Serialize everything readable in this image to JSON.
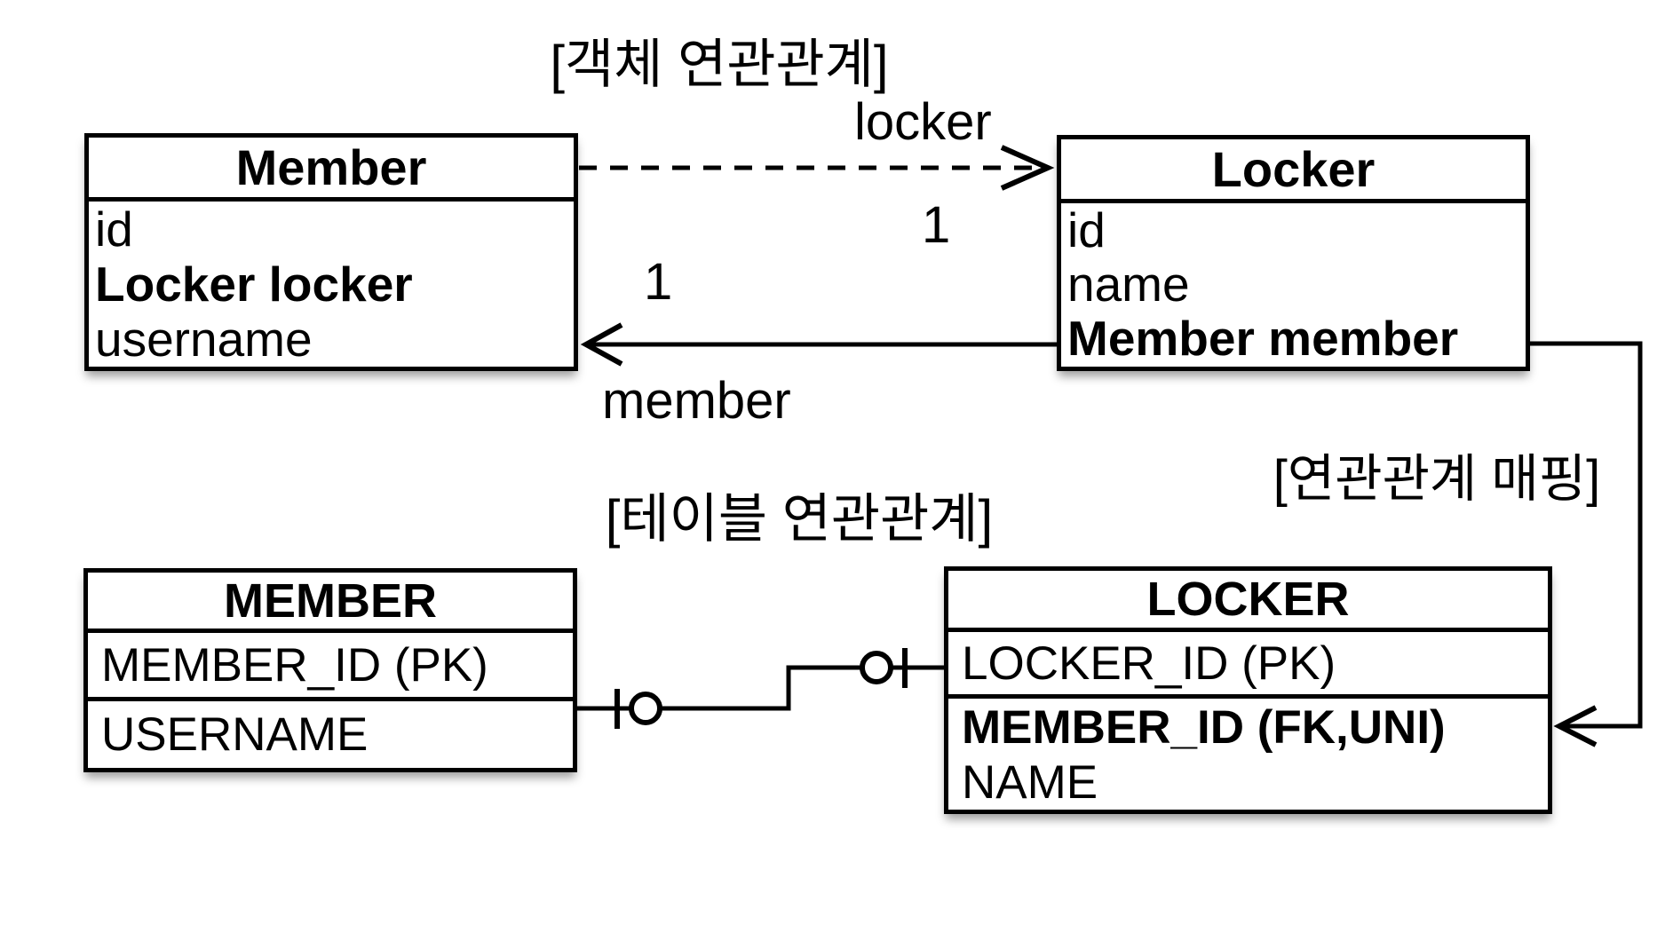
{
  "titles": {
    "object_association": "[객체 연관관계]",
    "table_association": "[테이블 연관관계]",
    "association_mapping": "[연관관계 매핑]"
  },
  "object_diagram": {
    "member_class": {
      "title": "Member",
      "fields": [
        {
          "text": "id",
          "bold": false
        },
        {
          "text": "Locker locker",
          "bold": true
        },
        {
          "text": "username",
          "bold": false
        }
      ]
    },
    "locker_class": {
      "title": "Locker",
      "fields": [
        {
          "text": "id",
          "bold": false
        },
        {
          "text": "name",
          "bold": false
        },
        {
          "text": "Member member",
          "bold": true
        }
      ]
    },
    "locker_arrow": {
      "label": "locker",
      "multiplicity": "1",
      "style": "dashed"
    },
    "member_arrow": {
      "label": "member",
      "multiplicity": "1",
      "style": "solid"
    }
  },
  "table_diagram": {
    "member_table": {
      "title": "MEMBER",
      "rows": [
        "MEMBER_ID (PK)",
        "USERNAME"
      ]
    },
    "locker_table": {
      "title": "LOCKER",
      "rows": [
        "LOCKER_ID (PK)",
        "MEMBER_ID (FK,UNI)",
        "NAME"
      ]
    }
  },
  "colors": {
    "line": "#000000",
    "background": "#ffffff",
    "text": "#000000"
  }
}
